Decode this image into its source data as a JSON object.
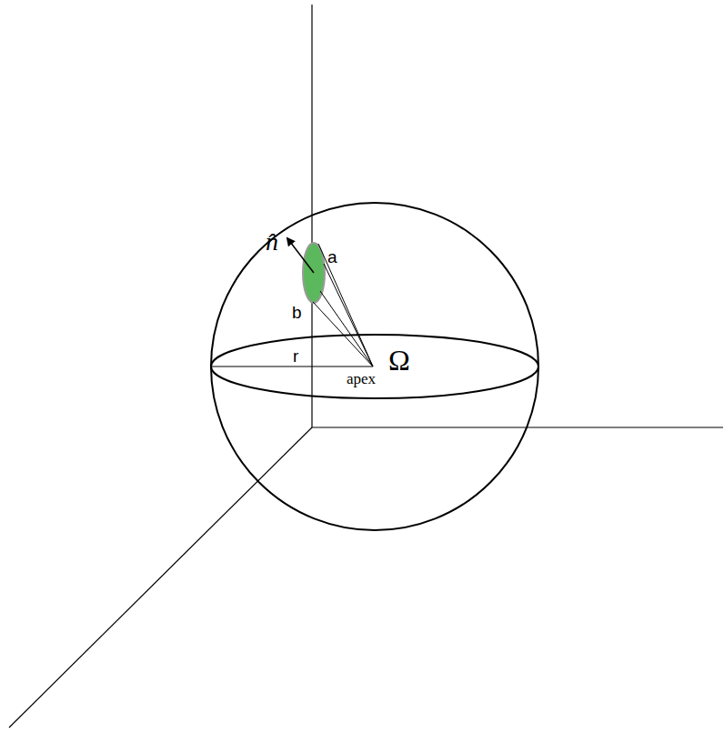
{
  "diagram": {
    "labels": [
      "n̂",
      "a",
      "b",
      "r",
      "Ω",
      "apex"
    ]
  }
}
